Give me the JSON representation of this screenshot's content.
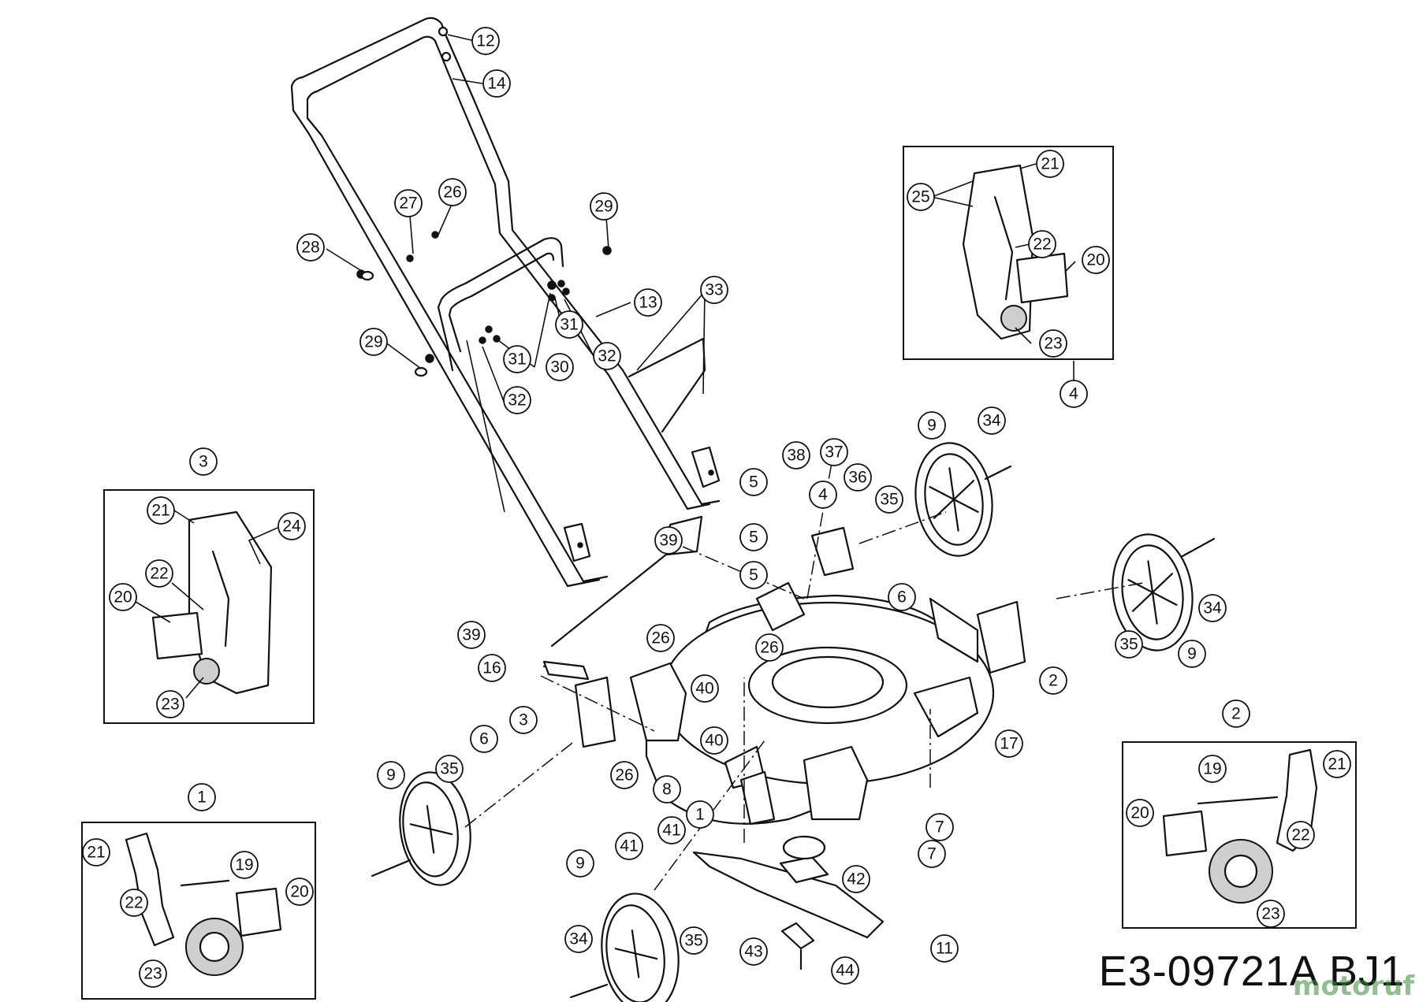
{
  "diagram_code": "E3-09721A BJ1",
  "watermark": "motoruf",
  "callout_labels": [
    "12",
    "14",
    "27",
    "26",
    "28",
    "29",
    "13",
    "33",
    "31",
    "30",
    "32",
    "29",
    "31",
    "32",
    "3",
    "21",
    "24",
    "22",
    "20",
    "23",
    "21",
    "25",
    "22",
    "20",
    "23",
    "4",
    "9",
    "34",
    "38",
    "37",
    "36",
    "4",
    "35",
    "5",
    "6",
    "5",
    "5",
    "39",
    "34",
    "9",
    "35",
    "2",
    "39",
    "26",
    "26",
    "16",
    "40",
    "40",
    "3",
    "6",
    "26",
    "17",
    "8",
    "1",
    "9",
    "35",
    "21",
    "19",
    "20",
    "22",
    "23",
    "1",
    "41",
    "41",
    "7",
    "7",
    "42",
    "9",
    "34",
    "35",
    "2",
    "21",
    "19",
    "20",
    "22",
    "23",
    "43",
    "44",
    "11"
  ]
}
